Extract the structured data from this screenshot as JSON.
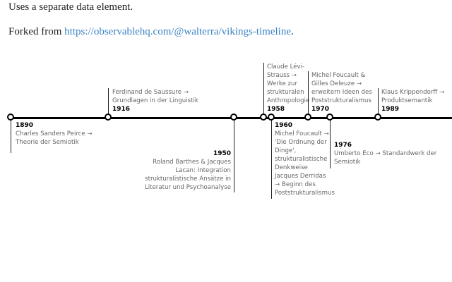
{
  "intro": {
    "line1": "Uses a separate data element.",
    "forked_prefix": "Forked from ",
    "forked_link": "https://observablehq.com/@walterra/vikings-timeline",
    "forked_suffix": "."
  },
  "timeline": {
    "line_color": "#000000",
    "events": [
      {
        "year": "1890",
        "text": "Charles Sanders Peirce → Theorie der Semiotik",
        "position": "below"
      },
      {
        "year": "1916",
        "text": "Ferdinand de Saussure → Grundlagen in der Linguistik",
        "position": "above"
      },
      {
        "year": "1950",
        "text": "Roland Barthes & Jacques Lacan: Integration strukturalistische Ansätze in Literatur und Psychoanalyse",
        "position": "below"
      },
      {
        "year": "1958",
        "text": "Claude Lévi-Strauss → Werke zur strukturalen Anthropologie",
        "position": "above"
      },
      {
        "year": "1960",
        "text": "Michel Foucault → 'Die Ordnung der Dinge', strukturalistische Denkweise Jacques Derridas → Beginn des Poststrukturalismus",
        "position": "below"
      },
      {
        "year": "1970",
        "text": "Michel Foucault & Gilles Deleuze → erweitern Ideen des Poststrukturalismus",
        "position": "above"
      },
      {
        "year": "1976",
        "text": "Umberto Eco → Standardwerk der Semiotik",
        "position": "below"
      },
      {
        "year": "1989",
        "text": "Klaus Krippendorff → Produktsemantik",
        "position": "above"
      }
    ]
  }
}
